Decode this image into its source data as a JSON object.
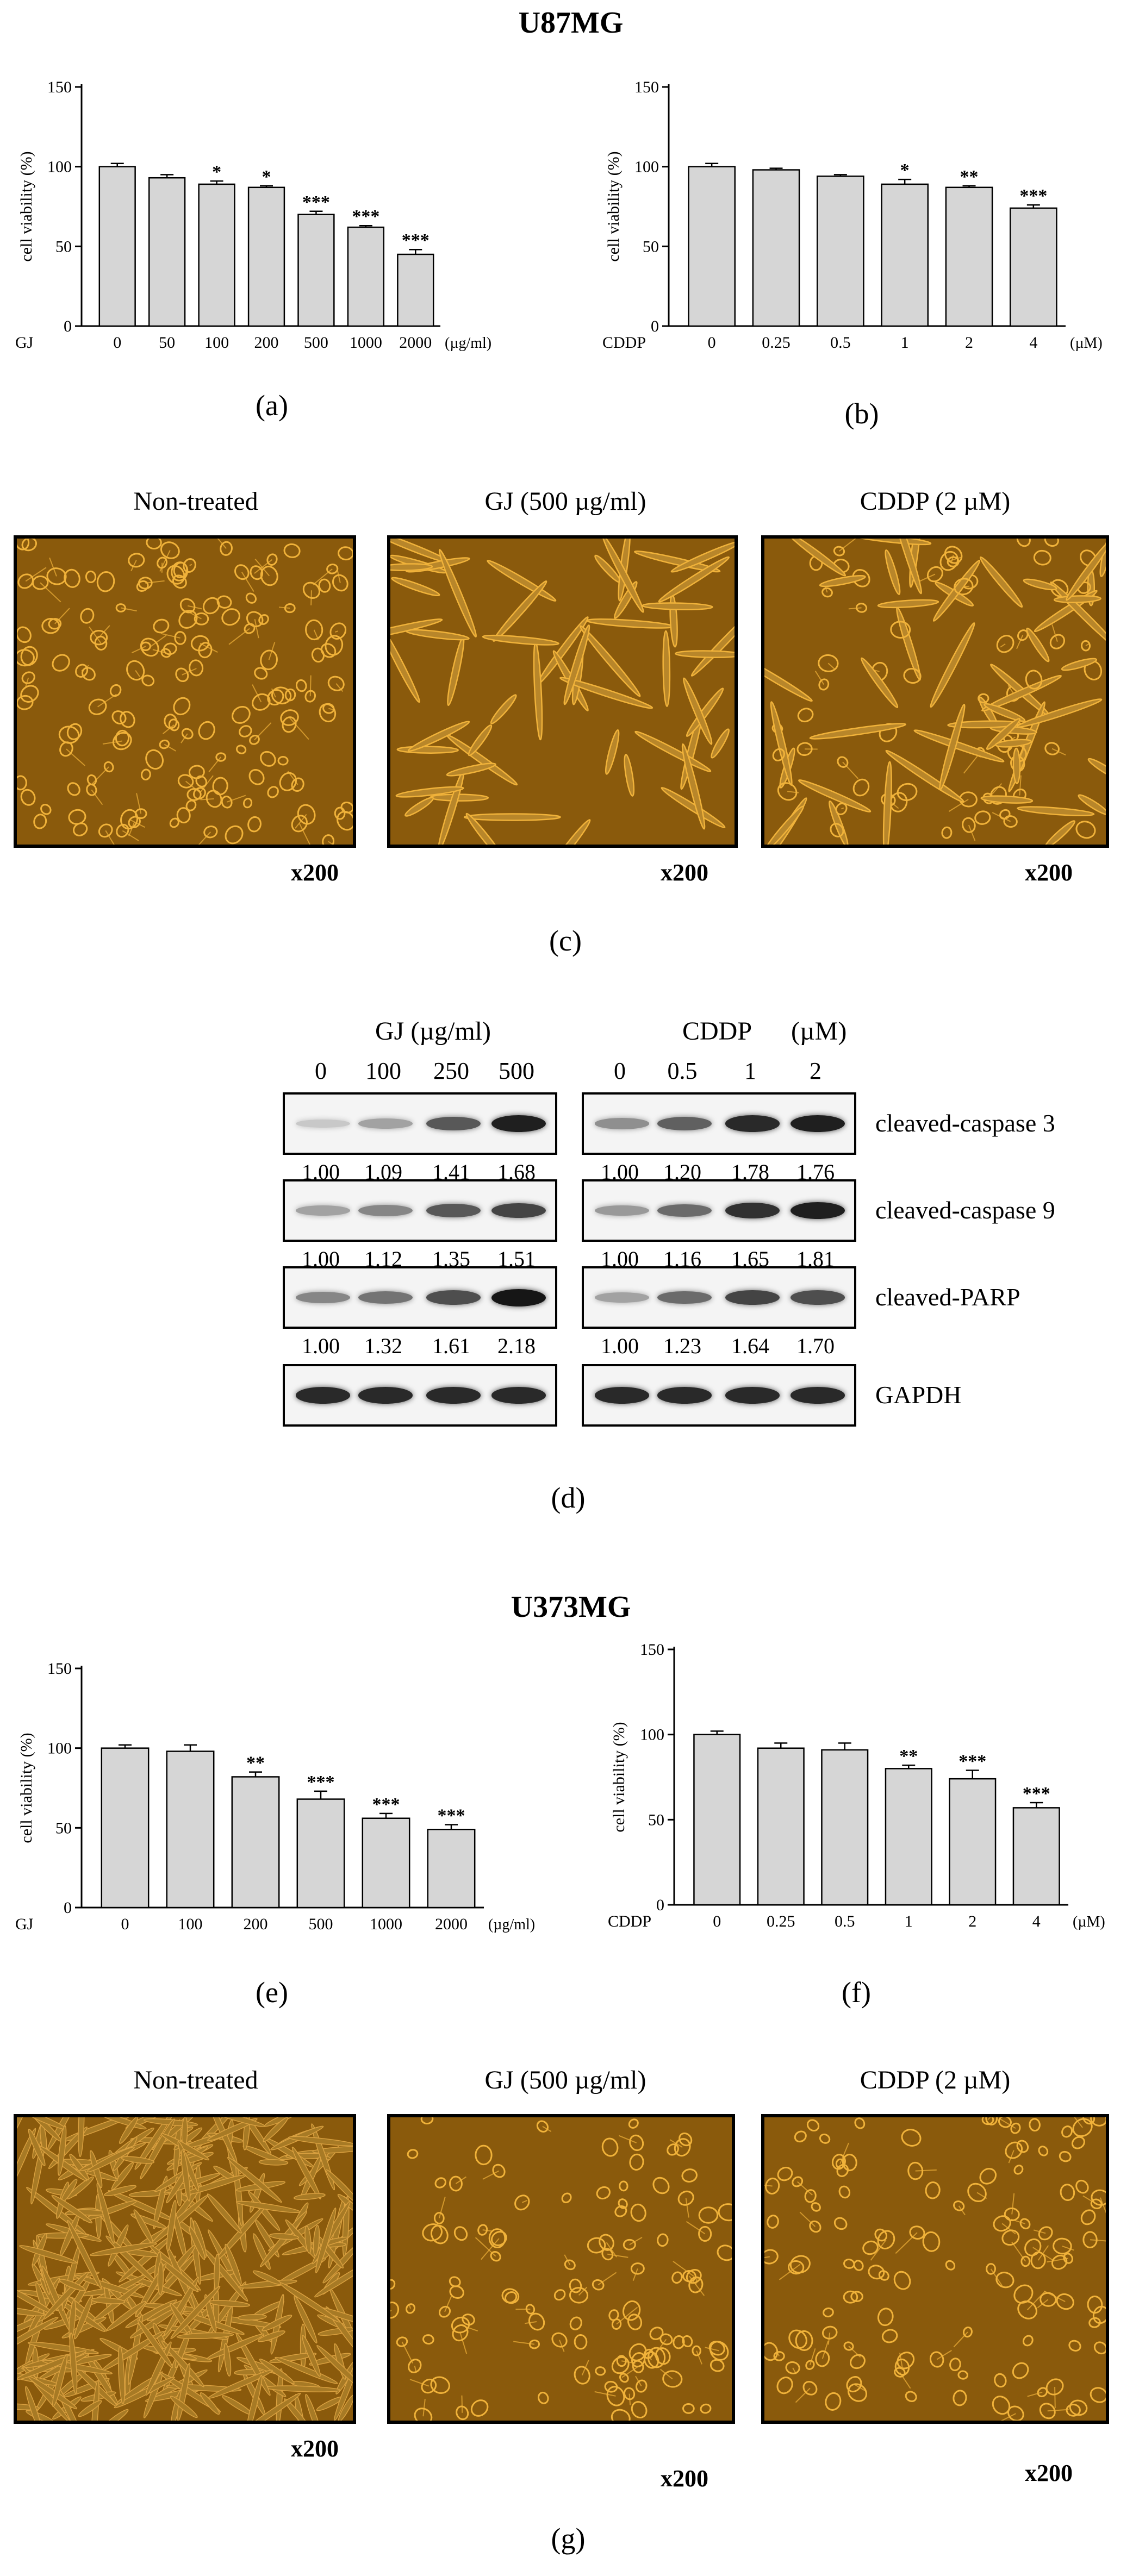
{
  "sections": [
    {
      "title": "U87MG"
    },
    {
      "title": "U373MG"
    }
  ],
  "panel_labels": [
    "(a)",
    "(b)",
    "(c)",
    "(d)",
    "(e)",
    "(f)",
    "(g)"
  ],
  "magnification": "x200",
  "colors": {
    "bar_fill": "#d6d6d6",
    "bar_stroke": "#000000",
    "micro_bg": "#8a5a0c",
    "cell": "#f0b23a"
  },
  "micro_c": {
    "titles": [
      "Non-treated",
      "GJ (500 µg/ml)",
      "CDDP (2 µM)"
    ]
  },
  "micro_g": {
    "titles": [
      "Non-treated",
      "GJ (500 µg/ml)",
      "CDDP (2 µM)"
    ]
  },
  "western": {
    "gj_header": "GJ (µg/ml)",
    "cddp_header": "CDDP",
    "cddp_unit": "(µM)",
    "gj_doses": [
      "0",
      "100",
      "250",
      "500"
    ],
    "cddp_doses": [
      "0",
      "0.5",
      "1",
      "2"
    ],
    "rows": [
      {
        "label": "cleaved-caspase 3",
        "gj": [
          "1.00",
          "1.09",
          "1.41",
          "1.68"
        ],
        "cddp": [
          "1.00",
          "1.20",
          "1.78",
          "1.76"
        ]
      },
      {
        "label": "cleaved-caspase 9",
        "gj": [
          "1.00",
          "1.12",
          "1.35",
          "1.51"
        ],
        "cddp": [
          "1.00",
          "1.16",
          "1.65",
          "1.81"
        ]
      },
      {
        "label": "cleaved-PARP",
        "gj": [
          "1.00",
          "1.32",
          "1.61",
          "2.18"
        ],
        "cddp": [
          "1.00",
          "1.23",
          "1.64",
          "1.70"
        ]
      },
      {
        "label": "GAPDH",
        "gj": [],
        "cddp": []
      }
    ]
  },
  "chart_data": [
    {
      "id": "a",
      "type": "bar",
      "ylabel": "cell viability (%)",
      "ylim": [
        0,
        150
      ],
      "yticks": [
        0,
        50,
        100,
        150
      ],
      "treatment": "GJ",
      "unit": "(µg/ml)",
      "categories": [
        "0",
        "50",
        "100",
        "200",
        "500",
        "1000",
        "2000"
      ],
      "values": [
        100,
        93,
        89,
        87,
        70,
        62,
        45
      ],
      "errors": [
        2,
        2,
        2,
        1,
        2,
        1,
        3
      ],
      "significance": [
        "",
        "",
        "*",
        "*",
        "***",
        "***",
        "***"
      ]
    },
    {
      "id": "b",
      "type": "bar",
      "ylabel": "cell viability (%)",
      "ylim": [
        0,
        150
      ],
      "yticks": [
        0,
        50,
        100,
        150
      ],
      "treatment": "CDDP",
      "unit": "(µM)",
      "categories": [
        "0",
        "0.25",
        "0.5",
        "1",
        "2",
        "4"
      ],
      "values": [
        100,
        98,
        94,
        89,
        87,
        74
      ],
      "errors": [
        2,
        1,
        1,
        3,
        1,
        2
      ],
      "significance": [
        "",
        "",
        "",
        "*",
        "**",
        "***"
      ]
    },
    {
      "id": "e",
      "type": "bar",
      "ylabel": "cell viability (%)",
      "ylim": [
        0,
        150
      ],
      "yticks": [
        0,
        50,
        100,
        150
      ],
      "treatment": "GJ",
      "unit": "(µg/ml)",
      "categories": [
        "0",
        "100",
        "200",
        "500",
        "1000",
        "2000"
      ],
      "values": [
        100,
        98,
        82,
        68,
        56,
        49
      ],
      "errors": [
        2,
        4,
        3,
        5,
        3,
        3
      ],
      "significance": [
        "",
        "",
        "**",
        "***",
        "***",
        "***"
      ]
    },
    {
      "id": "f",
      "type": "bar",
      "ylabel": "cell viability (%)",
      "ylim": [
        0,
        150
      ],
      "yticks": [
        0,
        50,
        100,
        150
      ],
      "treatment": "CDDP",
      "unit": "(µM)",
      "categories": [
        "0",
        "0.25",
        "0.5",
        "1",
        "2",
        "4"
      ],
      "values": [
        100,
        92,
        91,
        80,
        74,
        57
      ],
      "errors": [
        2,
        3,
        4,
        2,
        5,
        3
      ],
      "significance": [
        "",
        "",
        "",
        "**",
        "***",
        "***"
      ]
    }
  ]
}
